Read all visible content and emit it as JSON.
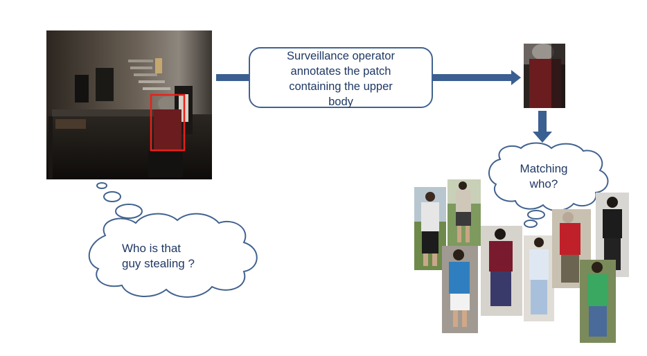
{
  "process_box": {
    "lines": [
      "Surveillance operator",
      "annotates the patch",
      "containing the upper",
      "body"
    ]
  },
  "thought_left": {
    "lines": [
      "Who is that",
      "guy stealing ?"
    ]
  },
  "thought_right": {
    "lines": [
      "Matching",
      "who?"
    ]
  },
  "colors": {
    "arrow": "#3b5f91",
    "bubble_stroke": "#41628f",
    "text": "#1f3864",
    "annotation_box": "#e8201a"
  },
  "images": [
    {
      "name": "surveillance-scene-photo",
      "content": "dark office scene with person in red jacket"
    },
    {
      "name": "cropped-upper-body-patch",
      "content": "crop of person in red jacket"
    },
    {
      "name": "gallery-person-photos",
      "content": "candidate pedestrian photos"
    }
  ]
}
